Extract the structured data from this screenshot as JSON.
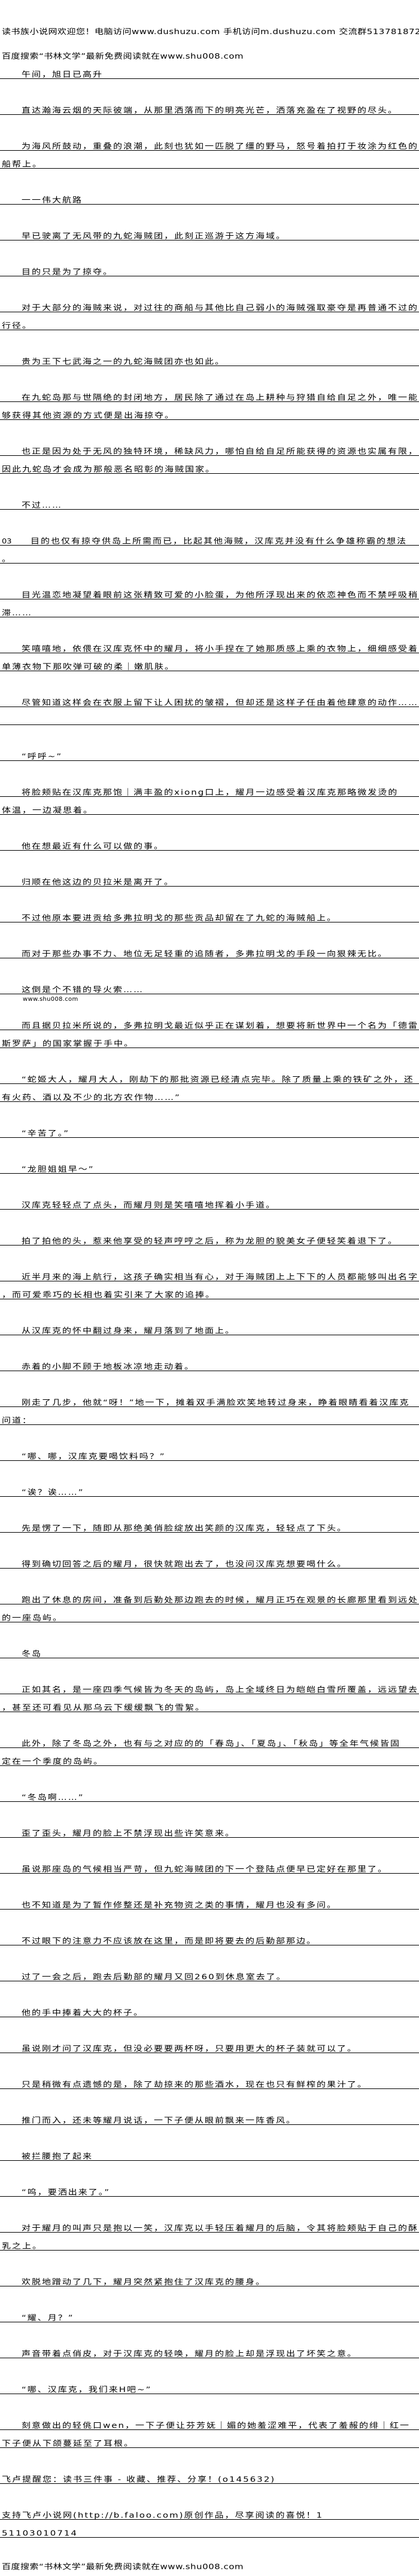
{
  "header": {
    "line1": "读书族小说网欢迎您！电脑访问www.dushuzu.com 手机访问m.dushuzu.com 交流群513781872",
    "line2": "百度搜索“书林文学”最新免费阅读就在www.shu008.com"
  },
  "paragraphs": [
    {
      "indent": true,
      "lines": [
        "午间，旭日已高升"
      ]
    },
    {
      "indent": true,
      "lines": [
        "直达瀚海云烟的天际彼端，从那里洒落而下的明亮光芒，洒落充盈在了视野的尽头。"
      ]
    },
    {
      "indent": true,
      "lines": [
        "为海风所鼓动，重叠的浪潮，此刻也犹如一匹脱了缰的野马，怒号着拍打于妆涂为红色的",
        "船帮上。"
      ]
    },
    {
      "indent": true,
      "lines": [
        "一一伟大航路"
      ]
    },
    {
      "indent": true,
      "lines": [
        "早已驶离了无风带的九蛇海贼团，此刻正巡游于这方海域。"
      ]
    },
    {
      "indent": true,
      "lines": [
        "目的只是为了掠夺。"
      ]
    },
    {
      "indent": true,
      "lines": [
        "对于大部分的海贼来说，对过往的商船与其他比自己弱小的海贼强取豪夺是再普通不过的",
        "行径。"
      ]
    },
    {
      "indent": true,
      "lines": [
        "贵为王下七武海之一的九蛇海贼团亦也如此。"
      ]
    },
    {
      "indent": true,
      "lines": [
        "在九蛇岛那与世隔绝的封闭地方，居民除了通过在岛上耕种与狩猎自给自足之外，唯一能",
        "够获得其他资源的方式便是出海掠夺。"
      ]
    },
    {
      "indent": true,
      "lines": [
        "也正是因为处于无风的独特环境，稀缺风力，哪怕自给自足所能获得的资源也实属有限，",
        "因此九蛇岛才会成为那般恶名昭彰的海贼国家。"
      ]
    },
    {
      "indent": true,
      "lines": [
        "不过……"
      ]
    },
    {
      "indent": true,
      "prefix": "03",
      "lines": [
        "目的也仅有掠夺供岛上所需而已，比起其他海贼，汉库克并没有什么争雄称霸的想法",
        "。"
      ]
    },
    {
      "indent": true,
      "lines": [
        "目光温恋地凝望着眼前这张精致可爱的小脸蛋，为他所浮现出来的依恋神色而不禁呼吸稍",
        "滞……"
      ]
    },
    {
      "indent": true,
      "lines": [
        "笑嘻嘻地，依偎在汉库克怀中的耀月，将小手捏在了她那质感上乘的衣物上，细细感受着",
        "单薄衣物下那吹弹可破的柔｜嫩肌肤。"
      ]
    },
    {
      "indent": true,
      "lines": [
        "尽管知道这样会在衣服上留下让人困扰的皱褶，但却还是这样子任由着他肆意的动作……",
        ""
      ]
    },
    {
      "indent": true,
      "lines": [
        "“呼呼~”"
      ]
    },
    {
      "indent": true,
      "lines": [
        "将脸颊贴在汉库克那饱｜满丰盈的xiong口上，耀月一边感受着汉库克那略微发烫的",
        "体温，一边凝思着。"
      ]
    },
    {
      "indent": true,
      "lines": [
        "他在想最近有什么可以做的事。"
      ]
    },
    {
      "indent": true,
      "lines": [
        "归顺在他这边的贝拉米是离开了。"
      ]
    },
    {
      "indent": true,
      "lines": [
        "不过他原本要进贡给多弗拉明戈的那些贡品却留在了九蛇的海贼船上。"
      ]
    },
    {
      "indent": true,
      "lines": [
        "而对于那些办事不力、地位无足轻重的追随者，多弗拉明戈的手段一向狠辣无比。"
      ]
    },
    {
      "indent": true,
      "lines": [
        "这倒是个不错的导火索……"
      ]
    },
    {
      "indent": true,
      "note": "www.shu008.com",
      "lines": [
        "而且据贝拉米所说的，多弗拉明戈最近似乎正在谋划着，想要将新世界中一个名为「德雷",
        "斯罗萨」的国家掌握于手中。"
      ]
    },
    {
      "indent": true,
      "lines": [
        "“蛇姬大人，耀月大人，刚劫下的那批资源已经清点完毕。除了质量上乘的铁矿之外，还",
        "有火药、酒以及不少的北方农作物……”"
      ]
    },
    {
      "indent": true,
      "lines": [
        "“辛苦了。”"
      ]
    },
    {
      "indent": true,
      "lines": [
        "“龙胆姐姐早～”"
      ]
    },
    {
      "indent": true,
      "lines": [
        "汉库克轻轻点了点头，而耀月则是笑嘻嘻地挥着小手道。"
      ]
    },
    {
      "indent": true,
      "lines": [
        "拍了拍他的头，惹来他享受的轻声哼哼之后，称为龙胆的貌美女子便轻笑着退下了。"
      ]
    },
    {
      "indent": true,
      "lines": [
        "近半月来的海上航行，这孩子确实相当有心，对于海贼团上上下下的人员都能够叫出名字",
        "，而可爱乖巧的长相也着实引来了大家的追捧。"
      ]
    },
    {
      "indent": true,
      "lines": [
        "从汉库克的怀中翻过身来，耀月落到了地面上。"
      ]
    },
    {
      "indent": true,
      "lines": [
        "赤着的小脚不顾于地板冰凉地走动着。"
      ]
    },
    {
      "indent": true,
      "lines": [
        "刚走了几步，他就“呀！”地一下，摊着双手满脸欢笑地转过身来，睁着眼睛看着汉库克",
        "问道："
      ]
    },
    {
      "indent": true,
      "lines": [
        "“哪、哪，汉库克要喝饮料吗？”"
      ]
    },
    {
      "indent": true,
      "lines": [
        "“诶？诶……”"
      ]
    },
    {
      "indent": true,
      "lines": [
        "先是愣了一下，随即从那绝美俏脸绽放出笑颜的汉库克，轻轻点了下头。"
      ]
    },
    {
      "indent": true,
      "lines": [
        "得到确切回答之后的耀月，很快就跑出去了，也没问汉库克想要喝什么。"
      ]
    },
    {
      "indent": true,
      "lines": [
        "跑出了休息的房间，准备到后勤处那边跑去的时候，耀月正巧在观景的长廊那里看到远处",
        "的一座岛屿。"
      ]
    },
    {
      "indent": true,
      "lines": [
        "冬岛"
      ]
    },
    {
      "indent": true,
      "lines": [
        "正如其名，是一座四季气候皆为冬天的岛屿，岛上全域终日为皑皑白雪所覆盖，远远望去",
        "，甚至还可看见从那乌云下缓缓飘飞的雪絮。"
      ]
    },
    {
      "indent": true,
      "lines": [
        "此外，除了冬岛之外，也有与之对应的的「春岛」、「夏岛」、「秋岛」等全年气候皆固",
        "定在一个季度的岛屿。"
      ]
    },
    {
      "indent": true,
      "lines": [
        "“冬岛啊……”"
      ]
    },
    {
      "indent": true,
      "lines": [
        "歪了歪头，耀月的脸上不禁浮现出些许笑意来。"
      ]
    },
    {
      "indent": true,
      "lines": [
        "虽说那座岛的气候相当严苛，但九蛇海贼团的下一个登陆点便早已定好在那里了。"
      ]
    },
    {
      "indent": true,
      "lines": [
        "也不知道是为了暂作修整还是补充物资之类的事情，耀月也没有多问。"
      ]
    },
    {
      "indent": true,
      "lines": [
        "不过眼下的注意力不应该放在这里，而是即将要去的后勤部那边。"
      ]
    },
    {
      "indent": true,
      "lines": [
        "过了一会之后，跑去后勤部的耀月又回260到休息室去了。"
      ]
    },
    {
      "indent": true,
      "lines": [
        "他的手中捧着大大的杯子。"
      ]
    },
    {
      "indent": true,
      "lines": [
        "虽说刚才问了汉库克，但没必要要两杯呀，只要用更大的杯子装就可以了。"
      ]
    },
    {
      "indent": true,
      "lines": [
        "只是稍微有点遗憾的是，除了劫掠来的那些酒水，现在也只有鲜榨的果汁了。"
      ]
    },
    {
      "indent": true,
      "lines": [
        "推门而入，还未等耀月说话，一下子便从眼前飘来一阵香风。"
      ]
    },
    {
      "indent": true,
      "lines": [
        "被拦腰抱了起来"
      ]
    },
    {
      "indent": true,
      "lines": [
        "“呜，要洒出来了。”"
      ]
    },
    {
      "indent": true,
      "lines": [
        "对于耀月的叫声只是抱以一笑，汉库克以手轻压着耀月的后脑，令其将脸颊贴于自己的酥",
        "乳之上。"
      ]
    },
    {
      "indent": true,
      "lines": [
        "欢脱地蹭动了几下，耀月突然紧抱住了汉库克的腰身。"
      ]
    },
    {
      "indent": true,
      "lines": [
        "“耀、月？”"
      ]
    },
    {
      "indent": true,
      "lines": [
        "声音带着点俏皮，对于汉库克的轻唤，耀月的脸上却是浮现出了坏笑之意。"
      ]
    },
    {
      "indent": true,
      "lines": [
        "“哪、汉库克，我们来H吧~”"
      ]
    },
    {
      "indent": true,
      "lines": [
        "刻意做出的轻佻口wen，一下子便让芬芳妩｜媚的她羞涩难平，代表了羞赧的绯｜红一",
        "下子便从下颌蔓延至了耳根。"
      ]
    },
    {
      "indent": false,
      "lines": [
        "飞卢提醒您：读书三件事 - 收藏、推荐、分享！(o145632)"
      ]
    },
    {
      "indent": false,
      "lines": [
        "支持飞卢小说网(http://b.faloo.com)原创作品，尽享阅读的喜悦！1",
        "51103010714"
      ]
    }
  ],
  "footer": {
    "line": "百度搜索“书林文学”最新免费阅读就在www.shu008.com"
  }
}
